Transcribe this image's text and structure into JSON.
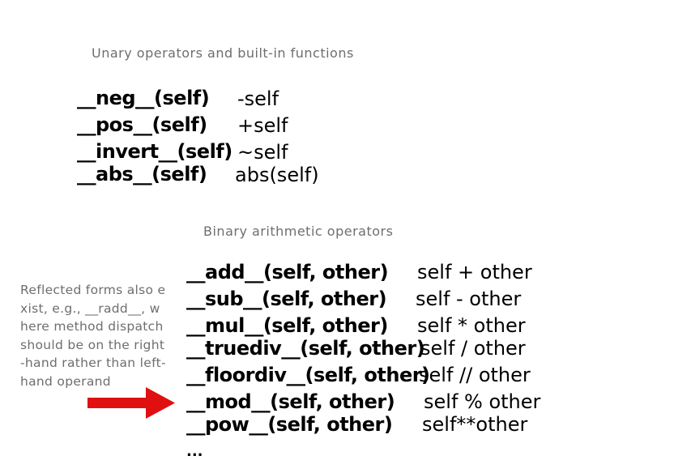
{
  "unary": {
    "caption": "Unary operators and built-in functions",
    "rows": [
      {
        "method": "__neg__(self)",
        "expr": "-self"
      },
      {
        "method": "__pos__(self)",
        "expr": "+self"
      },
      {
        "method": "__invert__(self)",
        "expr": "~self"
      },
      {
        "method": "__abs__(self)",
        "expr": "abs(self)"
      }
    ]
  },
  "binary": {
    "caption": "Binary arithmetic operators",
    "rows": [
      {
        "method": "__add__(self, other)",
        "expr": "self + other"
      },
      {
        "method": "__sub__(self, other)",
        "expr": "self - other"
      },
      {
        "method": "__mul__(self, other)",
        "expr": "self * other"
      },
      {
        "method": "__truediv__(self, other)",
        "expr": "self / other"
      },
      {
        "method": "__floordiv__(self, other)",
        "expr": "self // other"
      },
      {
        "method": "__mod__(self, other)",
        "expr": "self % other"
      },
      {
        "method": "__pow__(self, other)",
        "expr": "self**other"
      }
    ],
    "ellipsis": "..."
  },
  "note": {
    "text": "Reflected forms also exist, e.g., __radd__, where method dispatch should be on the right-hand rather than left-hand operand",
    "arrow_color": "#e01010"
  }
}
